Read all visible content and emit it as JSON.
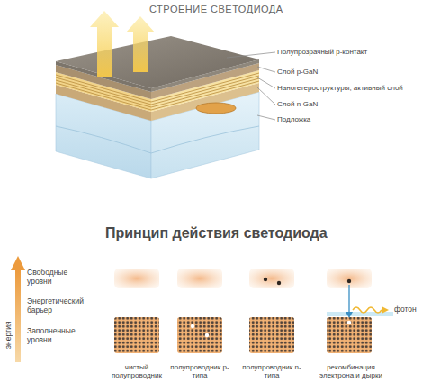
{
  "diagram": {
    "title": "СТРОЕНИЕ СВЕТОДИОДА",
    "labels": [
      "Полупрозрачный p-контакт",
      "Слой p-GaN",
      "Наногетероструктуры, активный слой",
      "Слой n-GaN",
      "Подложка",
      "Принцип действия светодиода",
      "Свободные уровни",
      "Энергетический барьер",
      "Заполненные уровни",
      "энергия",
      "чистый полупроводник",
      "полупроводник p-типа",
      "полупроводник n-типа",
      "рекомбинация электрона и дырки",
      "фотон"
    ]
  }
}
